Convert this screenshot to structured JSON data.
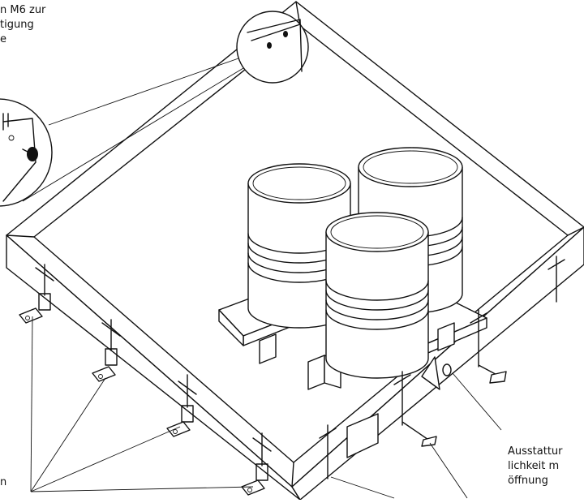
{
  "annotations": {
    "top_left": [
      "n M6 zur",
      "tigung",
      "e"
    ],
    "bottom_right": [
      "Ausstattur",
      "lichkeit m",
      "öffnung"
    ],
    "bottom_left": [
      "n"
    ]
  },
  "colors": {
    "line": "#111111",
    "background": "#ffffff"
  }
}
